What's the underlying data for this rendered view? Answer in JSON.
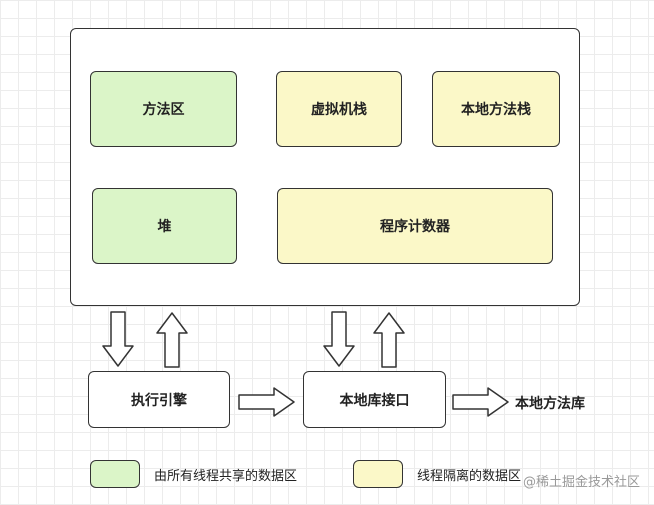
{
  "runtime_area": {
    "method_area": "方法区",
    "vm_stack": "虚拟机栈",
    "native_method_stack": "本地方法栈",
    "heap": "堆",
    "program_counter": "程序计数器"
  },
  "components": {
    "execution_engine": "执行引擎",
    "native_interface": "本地库接口",
    "native_library": "本地方法库"
  },
  "legend": {
    "shared": "由所有线程共享的数据区",
    "isolated": "线程隔离的数据区"
  },
  "watermark": "@稀土掘金技术社区",
  "colors": {
    "shared_fill": "#dbf5c8",
    "isolated_fill": "#fbf8c8",
    "stroke": "#333333"
  }
}
